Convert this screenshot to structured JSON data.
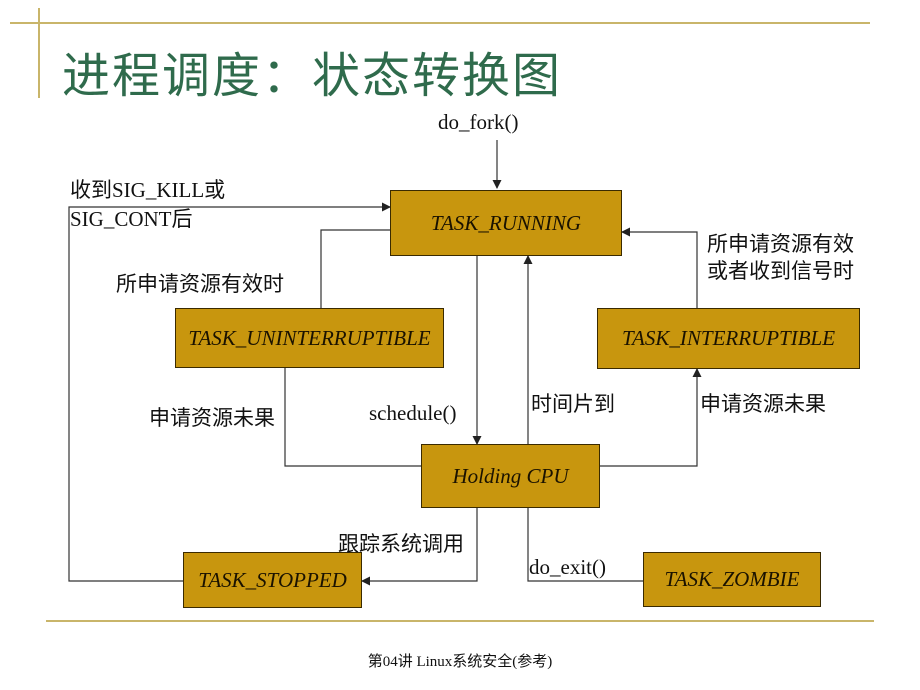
{
  "title": "进程调度：状态转换图",
  "footer": "第04讲 Linux系统安全(参考)",
  "states": {
    "running": "TASK_RUNNING",
    "uninterruptible": "TASK_UNINTERRUPTIBLE",
    "interruptible": "TASK_INTERRUPTIBLE",
    "holding_cpu": "Holding CPU",
    "stopped": "TASK_STOPPED",
    "zombie": "TASK_ZOMBIE"
  },
  "labels": {
    "do_fork": "do_fork()",
    "sig_line1": "收到SIG_KILL或",
    "sig_line2": "SIG_CONT后",
    "res_valid_left": "所申请资源有效时",
    "res_valid_right1": "所申请资源有效",
    "res_valid_right2": "或者收到信号时",
    "req_fail_left": "申请资源未果",
    "req_fail_right": "申请资源未果",
    "schedule": "schedule()",
    "time_slice": "时间片到",
    "trace": "跟踪系统调用",
    "do_exit": "do_exit()"
  },
  "colors": {
    "box_fill": "#c8960e",
    "title": "#2f6b4c",
    "rule": "#c9b56a"
  }
}
